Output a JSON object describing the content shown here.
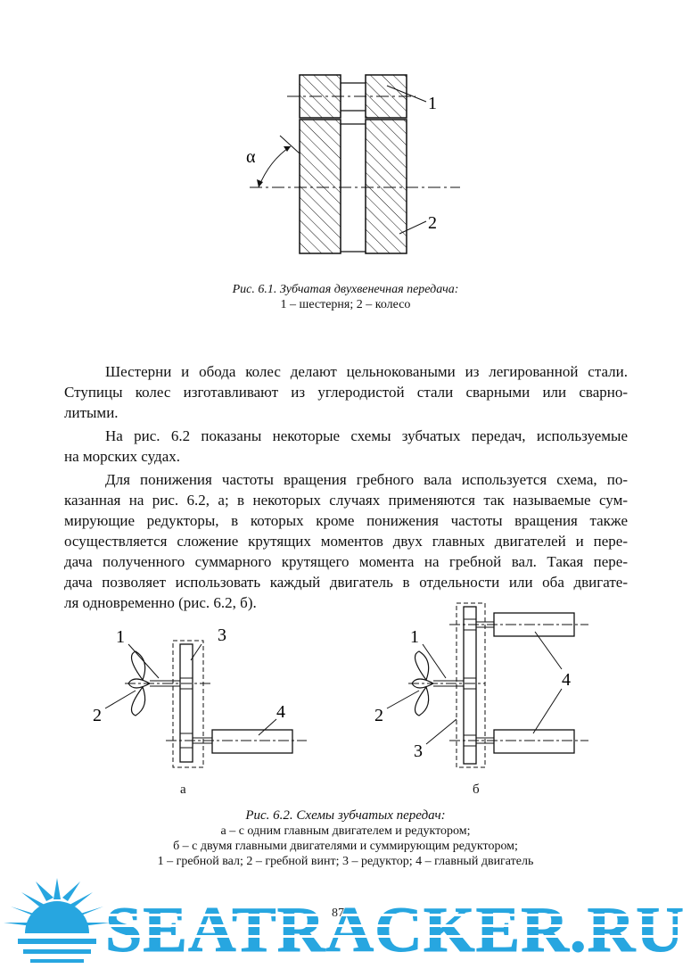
{
  "figure1": {
    "labels": [
      "1",
      "2",
      "α"
    ],
    "caption_title": "Рис. 6.1. Зубчатая двухвенечная передача:",
    "caption_legend": "1 – шестерня; 2 – колесо"
  },
  "paragraphs": [
    {
      "lines": [
        "Шестерни и обода колес делают цельноковаными из легированной стали.",
        "Ступицы колес изготавливают из углеродистой стали сварными или сварно-",
        "литыми."
      ]
    },
    {
      "lines": [
        "На рис. 6.2 показаны некоторые схемы зубчатых передач, используемые",
        "на морских судах."
      ]
    },
    {
      "lines": [
        "Для понижения частоты вращения гребного вала используется схема, по-",
        "казанная на рис. 6.2, а; в некоторых случаях применяются так называемые сум-",
        "мирующие редукторы, в которых кроме понижения частоты вращения также",
        "осуществляется сложение крутящих моментов двух главных двигателей и пере-",
        "дача полученного суммарного крутящего момента на гребной вал. Такая пере-",
        "дача позволяет использовать каждый двигатель в отдельности или оба двигате-",
        "ля одновременно (рис. 6.2, б)."
      ]
    }
  ],
  "figure2": {
    "labels_a": [
      "1",
      "2",
      "3",
      "4"
    ],
    "labels_b": [
      "1",
      "2",
      "3",
      "4"
    ],
    "sub_a": "а",
    "sub_b": "б",
    "caption_title": "Рис. 6.2. Схемы зубчатых передач:",
    "caption_lines": [
      "а – с одним главным двигателем и редуктором;",
      "б – с двумя главными двигателями и суммирующим редуктором;",
      "1 – гребной вал; 2 – гребной винт; 3 – редуктор; 4 – главный двигатель"
    ]
  },
  "page_number": "87",
  "watermark": "SEATRACKER.RU",
  "colors": {
    "watermark": "#27a6e0",
    "ink": "#111111"
  }
}
